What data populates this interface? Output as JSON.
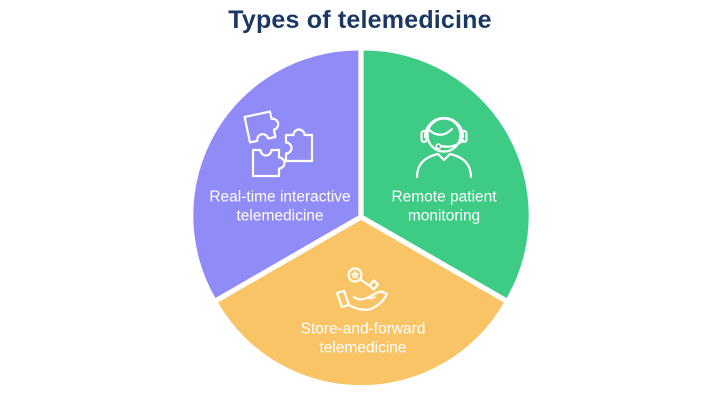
{
  "title": "Types of telemedicine",
  "colors": {
    "title_text": "#1b3764",
    "label_text": "#ffffff",
    "background": "#ffffff",
    "purple": "#918bf7",
    "green": "#3ecb85",
    "orange": "#f9c466"
  },
  "segments": [
    {
      "id": "real-time-interactive",
      "label": "Real-time interactive\ntelemedicine",
      "color": "#918bf7",
      "icon": "puzzle-pieces-icon",
      "position": "top-left"
    },
    {
      "id": "remote-patient-monitoring",
      "label": "Remote patient\nmonitoring",
      "color": "#3ecb85",
      "icon": "person-headset-icon",
      "position": "top-right"
    },
    {
      "id": "store-and-forward",
      "label": "Store-and-forward\ntelemedicine",
      "color": "#f9c466",
      "icon": "hand-holding-key-icon",
      "position": "bottom"
    }
  ],
  "chart_data": {
    "type": "pie",
    "title": "Types of telemedicine",
    "categories": [
      "Real-time interactive telemedicine",
      "Remote patient monitoring",
      "Store-and-forward telemedicine"
    ],
    "values": [
      33.3,
      33.3,
      33.3
    ],
    "legend_position": "labels-inside-slices",
    "note_layout": "three equal 120-degree slices separated by white gaps; slice labels and white line icons drawn inside slices"
  }
}
